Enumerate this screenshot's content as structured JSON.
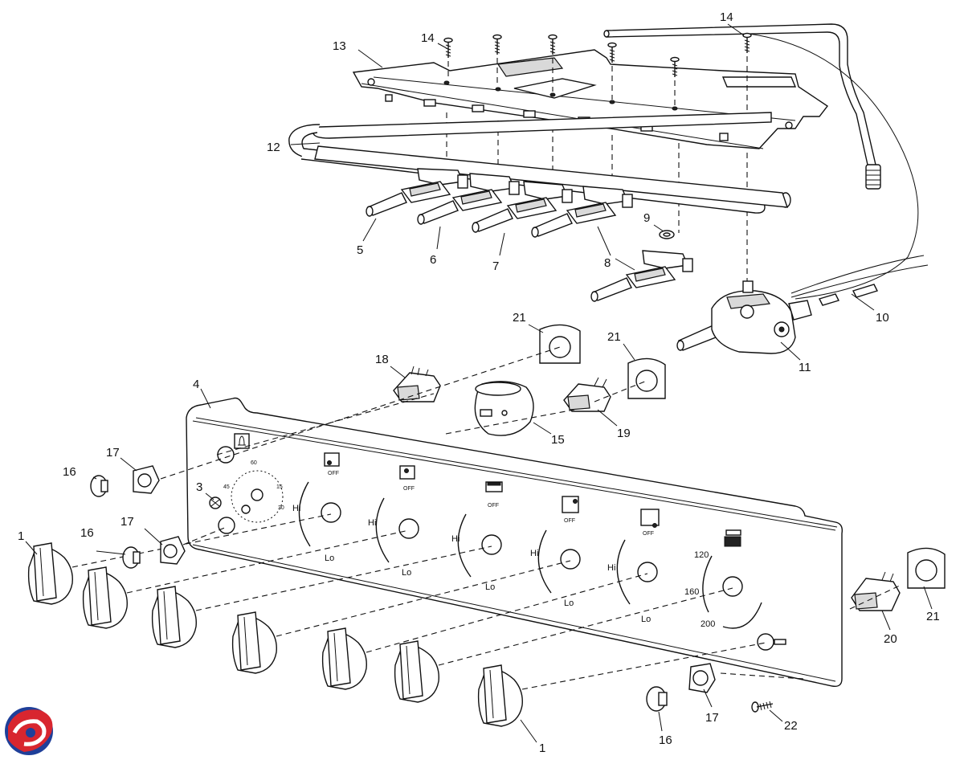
{
  "callouts": {
    "c1a": "1",
    "c1b": "1",
    "c3": "3",
    "c4": "4",
    "c5": "5",
    "c6": "6",
    "c7": "7",
    "c8": "8",
    "c9": "9",
    "c10": "10",
    "c11": "11",
    "c12": "12",
    "c13": "13",
    "c14a": "14",
    "c14b": "14",
    "c15": "15",
    "c16a": "16",
    "c16b": "16",
    "c16c": "16",
    "c17a": "17",
    "c17b": "17",
    "c17c": "17",
    "c18": "18",
    "c19": "19",
    "c20": "20",
    "c21a": "21",
    "c21b": "21",
    "c21c": "21",
    "c22": "22"
  },
  "panel_labels": {
    "hi": "Hi",
    "lo": "Lo",
    "off": "OFF",
    "temp_120": "120",
    "temp_160": "160",
    "temp_200": "200",
    "timer_60": "60",
    "timer_45": "45",
    "timer_30": "30",
    "timer_15": "15"
  },
  "logo": {
    "colors": [
      "#1f3f99",
      "#d8262f",
      "#ffffff"
    ]
  }
}
